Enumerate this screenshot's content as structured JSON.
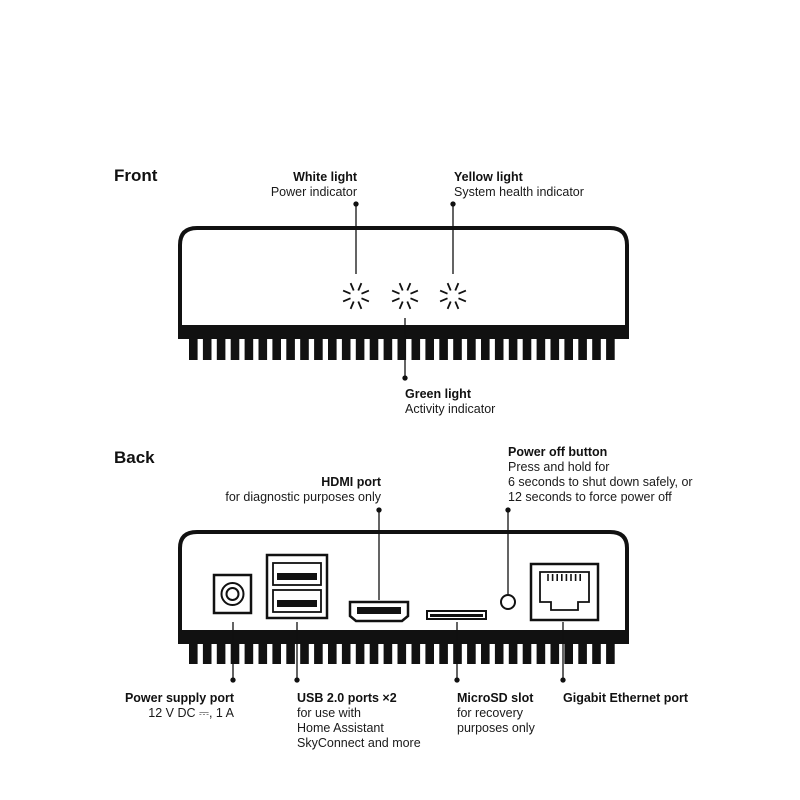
{
  "front": {
    "heading": "Front",
    "white_light": {
      "title": "White light",
      "desc": "Power indicator"
    },
    "yellow_light": {
      "title": "Yellow light",
      "desc": "System health indicator"
    },
    "green_light": {
      "title": "Green light",
      "desc": "Activity indicator"
    }
  },
  "back": {
    "heading": "Back",
    "hdmi": {
      "title": "HDMI port",
      "desc": "for diagnostic purposes only"
    },
    "power_button": {
      "title": "Power off button",
      "lines": [
        "Press and hold for",
        "6 seconds to shut down safely, or",
        "12 seconds to force power off"
      ]
    },
    "power_supply": {
      "title": "Power supply port",
      "desc": "12 V DC ⎓, 1 A"
    },
    "usb": {
      "title": "USB 2.0 ports ×2",
      "lines": [
        "for use with",
        "Home Assistant",
        "SkyConnect and more"
      ]
    },
    "microsd": {
      "title": "MicroSD slot",
      "lines": [
        "for recovery",
        "purposes only"
      ]
    },
    "ethernet": {
      "title": "Gigabit Ethernet port"
    }
  },
  "colors": {
    "ink": "#111111",
    "background": "#ffffff"
  }
}
